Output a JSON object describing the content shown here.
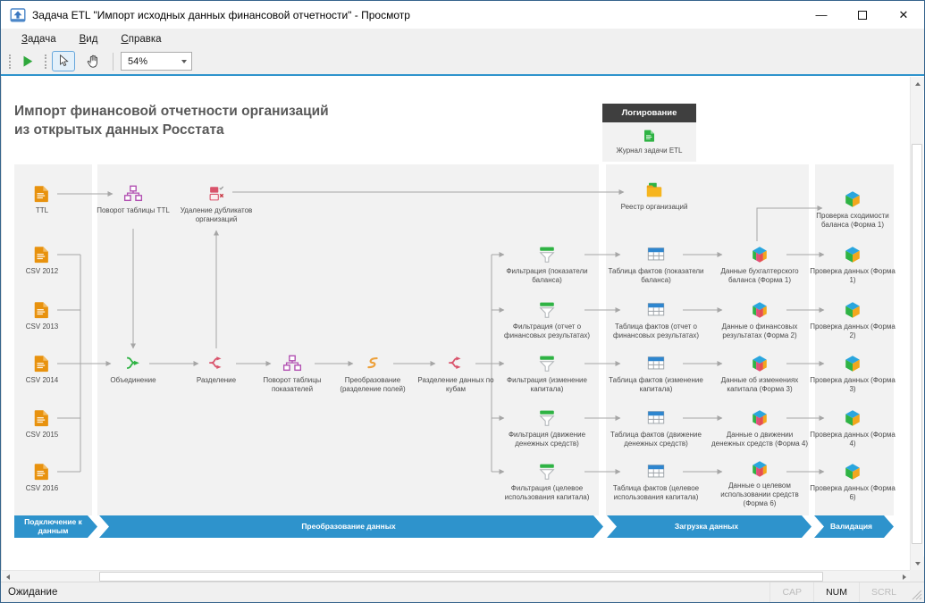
{
  "window": {
    "title": "Задача ETL \"Импорт исходных данных финансовой отчетности\" - Просмотр",
    "minimize_glyph": "—",
    "close_glyph": "✕"
  },
  "menu": {
    "items": [
      {
        "first": "З",
        "rest": "адача"
      },
      {
        "first": "В",
        "rest": "ид"
      },
      {
        "first": "С",
        "rest": "правка"
      }
    ]
  },
  "toolbar": {
    "zoom_value": "54%"
  },
  "canvas": {
    "title_line1": "Импорт финансовой отчетности организаций",
    "title_line2": "из открытых данных Росстата",
    "logging": {
      "header": "Логирование",
      "item": "Журнал задачи ETL"
    },
    "sources": [
      "TTL",
      "CSV 2012",
      "CSV 2013",
      "CSV 2014",
      "CSV 2015",
      "CSV 2016"
    ],
    "transforms": [
      "Поворот таблицы TTL",
      "Удаление дубликатов организаций",
      "Объединение",
      "Разделение",
      "Поворот таблицы показателей",
      "Преобразование (разделение полей)",
      "Разделение данных по кубам"
    ],
    "filters": [
      "Фильтрация (показатели баланса)",
      "Фильтрация (отчет о финансовых результатах)",
      "Фильтрация (изменение капитала)",
      "Фильтрация (движение денежных средств)",
      "Фильтрация (целевое использования капитала)"
    ],
    "registry": "Реестр организаций",
    "facts": [
      "Таблица фактов (показатели баланса)",
      "Таблица фактов (отчет о финансовых результатах)",
      "Таблица фактов (изменение капитала)",
      "Таблица фактов (движение денежных средств)",
      "Таблица фактов (целевое использования капитала)"
    ],
    "cubes": [
      "Данные бухгалтерского баланса (Форма 1)",
      "Данные о финансовых результатах (Форма 2)",
      "Данные об изменениях капитала (Форма 3)",
      "Данные о движении денежных средств (Форма 4)",
      "Данные о целевом использовании средств (Форма 6)"
    ],
    "checks": [
      "Проверка сходимости баланса (Форма 1)",
      "Проверка данных (Форма 1)",
      "Проверка данных (Форма 2)",
      "Проверка данных (Форма 3)",
      "Проверка данных (Форма 4)",
      "Проверка данных (Форма 6)"
    ],
    "lanes": [
      "Подключение к данным",
      "Преобразование данных",
      "Загрузка данных",
      "Валидация"
    ]
  },
  "status": {
    "text": "Ожидание",
    "cap": "CAP",
    "num": "NUM",
    "scrl": "SCRL"
  },
  "colors": {
    "accent_blue": "#2e93cc",
    "node_green": "#2fb344",
    "node_red": "#d9536b",
    "node_orange": "#e8920e",
    "node_purple": "#b14fb1"
  }
}
